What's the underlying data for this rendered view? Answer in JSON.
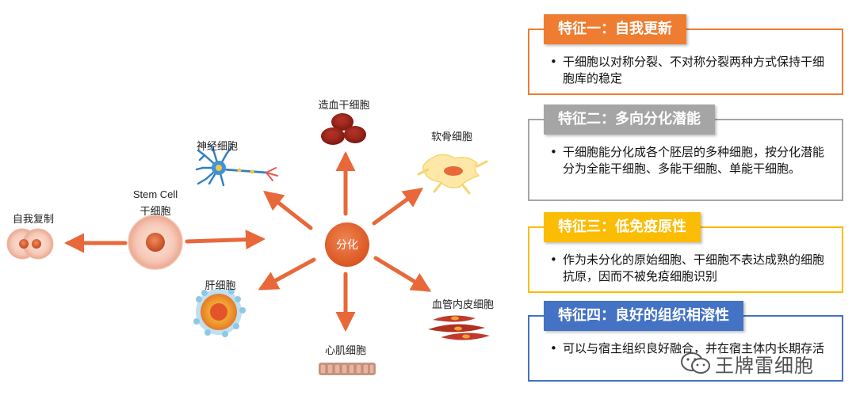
{
  "diagram": {
    "self_renewal": "自我复制",
    "stem_cell_en": "Stem Cell",
    "stem_cell_zh": "干细胞",
    "hub": "分化",
    "neuron": "神经细胞",
    "blood": "造血干细胞",
    "cartilage": "软骨细胞",
    "liver": "肝细胞",
    "cardiac": "心肌细胞",
    "endothelial": "血管内皮细胞"
  },
  "features": [
    {
      "title": "特征一：自我更新",
      "text": "干细胞以对称分裂、不对称分裂两种方式保持干细胞库的稳定",
      "color": "#ee7d31"
    },
    {
      "title": "特征二：多向分化潜能",
      "text": "干细胞能分化成各个胚层的多种细胞，按分化潜能分为全能干细胞、多能干细胞、单能干细胞。",
      "color": "#a5a5a5"
    },
    {
      "title": "特征三：低免疫原性",
      "text": "作为未分化的原始细胞、干细胞不表达成熟的细胞抗原，因而不被免疫细胞识别",
      "color": "#fbbc04"
    },
    {
      "title": "特征四：良好的组织相溶性",
      "text": "可以与宿主组织良好融合，并在宿主体内长期存活",
      "color": "#4472c4"
    }
  ],
  "bullet": "•",
  "watermark": "王牌雷细胞"
}
